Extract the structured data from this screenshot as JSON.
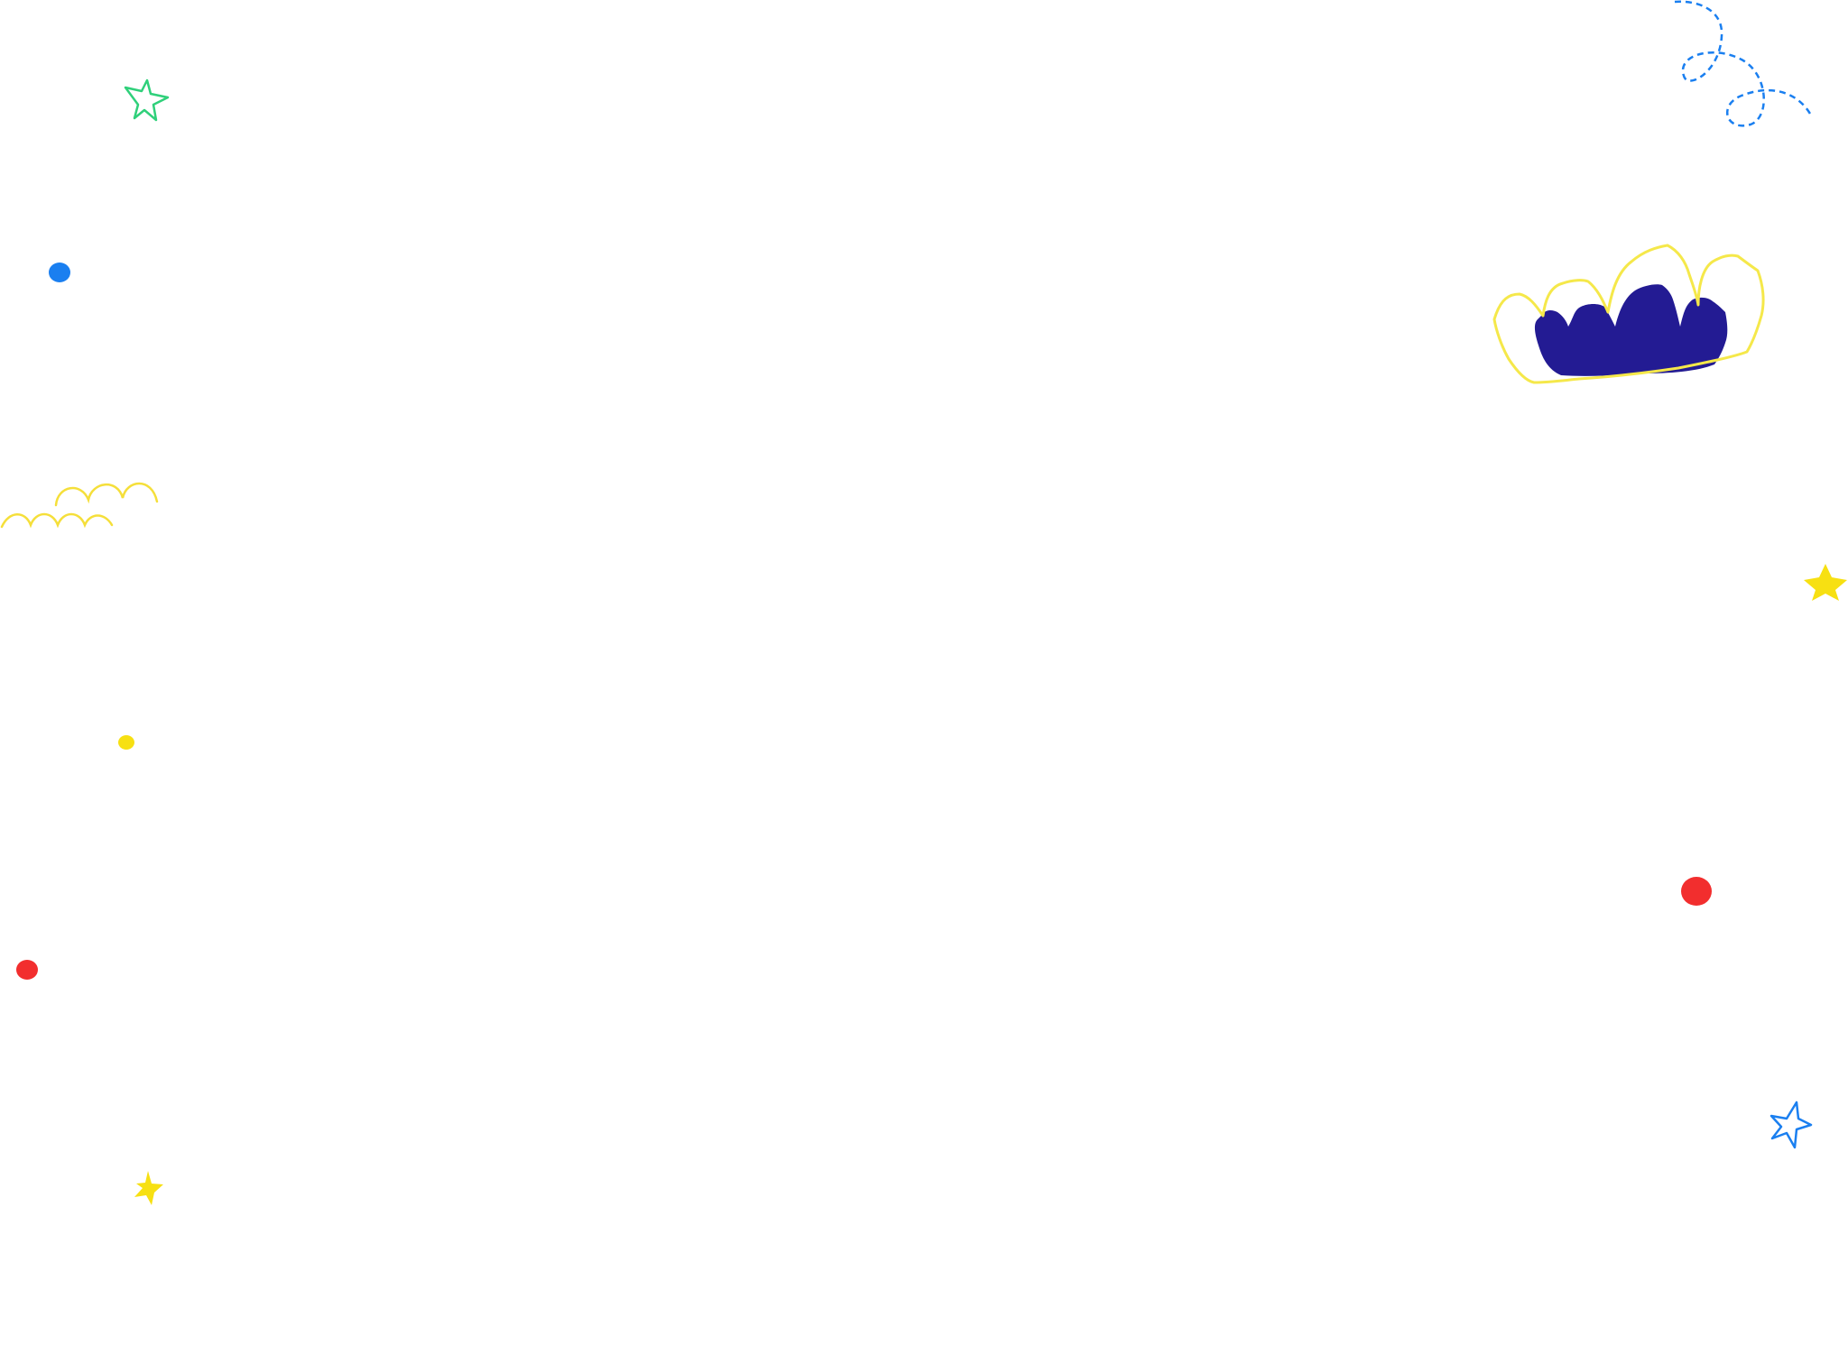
{
  "canvas": {
    "background": "#ffffff"
  },
  "decorations": [
    {
      "name": "green-outline-star-icon",
      "kind": "star-outline",
      "color": "#2fd07a"
    },
    {
      "name": "blue-dot",
      "kind": "dot",
      "color": "#1a7ff0"
    },
    {
      "name": "yellow-scallop-doodle",
      "kind": "scallop-lines",
      "color": "#f5df3a"
    },
    {
      "name": "yellow-dot",
      "kind": "dot",
      "color": "#f7e012"
    },
    {
      "name": "red-dot-left",
      "kind": "dot",
      "color": "#f22e2e"
    },
    {
      "name": "yellow-small-star-icon",
      "kind": "star-filled",
      "color": "#f7e012"
    },
    {
      "name": "blue-dashed-loop-doodle",
      "kind": "dashed-loops",
      "color": "#1a7ff0"
    },
    {
      "name": "navy-cloud-shape",
      "kind": "cloud-filled",
      "color": "#231b93"
    },
    {
      "name": "yellow-cloud-outline",
      "kind": "cloud-outline",
      "color": "#f5e84a"
    },
    {
      "name": "yellow-star-right-icon",
      "kind": "star-filled",
      "color": "#f7e012"
    },
    {
      "name": "red-dot-right",
      "kind": "dot",
      "color": "#f22e2e"
    },
    {
      "name": "blue-outline-star-icon",
      "kind": "star-outline",
      "color": "#1a7ff0"
    }
  ]
}
